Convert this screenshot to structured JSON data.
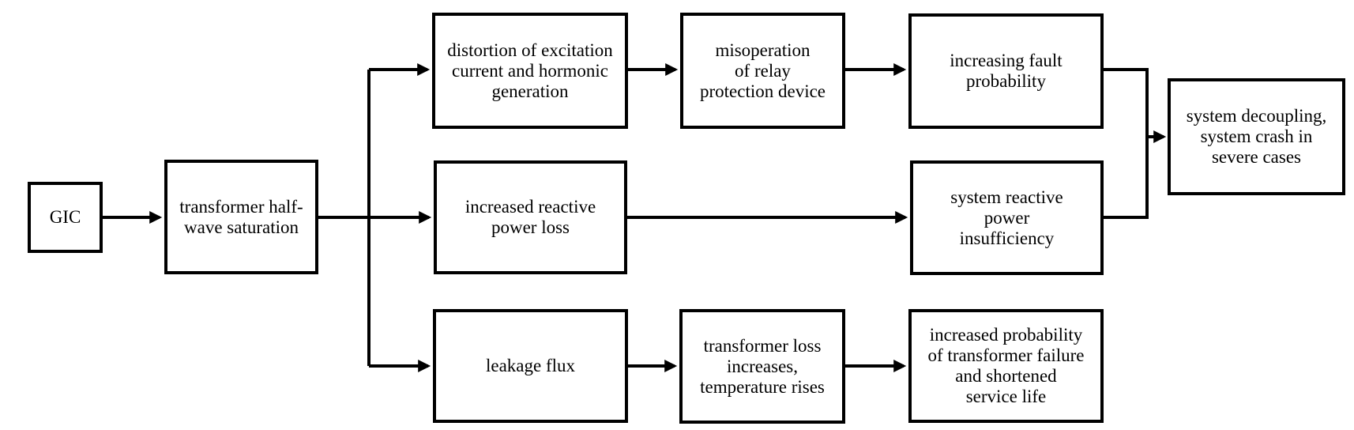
{
  "diagram": {
    "type": "flowchart",
    "colors": {
      "background": "#ffffff",
      "box_fill": "#ffffff",
      "box_border": "#000000",
      "line": "#000000",
      "text": "#000000"
    },
    "nodes": [
      {
        "id": "gic",
        "label": "GIC"
      },
      {
        "id": "transformer-saturation",
        "label": "transformer half-\nwave saturation"
      },
      {
        "id": "distortion-excitation",
        "label": "distortion of excitation\ncurrent and hormonic\ngeneration"
      },
      {
        "id": "relay-misoperation",
        "label": "misoperation\nof relay\nprotection device"
      },
      {
        "id": "fault-probability",
        "label": "increasing fault\nprobability"
      },
      {
        "id": "system-decoupling",
        "label": "system decoupling,\nsystem crash in\nsevere cases"
      },
      {
        "id": "increased-reactive-loss",
        "label": "increased reactive\npower loss"
      },
      {
        "id": "reactive-insufficiency",
        "label": "system reactive\npower\ninsufficiency"
      },
      {
        "id": "leakage-flux",
        "label": "leakage flux"
      },
      {
        "id": "transformer-loss-rise",
        "label": "transformer loss\nincreases,\ntemperature rises"
      },
      {
        "id": "transformer-failure",
        "label": "increased probability\nof transformer failure\nand shortened\nservice life"
      }
    ],
    "edges": [
      {
        "from": "gic",
        "to": "transformer-saturation"
      },
      {
        "from": "transformer-saturation",
        "to": "distortion-excitation"
      },
      {
        "from": "transformer-saturation",
        "to": "increased-reactive-loss"
      },
      {
        "from": "transformer-saturation",
        "to": "leakage-flux"
      },
      {
        "from": "distortion-excitation",
        "to": "relay-misoperation"
      },
      {
        "from": "relay-misoperation",
        "to": "fault-probability"
      },
      {
        "from": "fault-probability",
        "to": "system-decoupling"
      },
      {
        "from": "increased-reactive-loss",
        "to": "reactive-insufficiency"
      },
      {
        "from": "reactive-insufficiency",
        "to": "system-decoupling"
      },
      {
        "from": "leakage-flux",
        "to": "transformer-loss-rise"
      },
      {
        "from": "transformer-loss-rise",
        "to": "transformer-failure"
      }
    ]
  }
}
